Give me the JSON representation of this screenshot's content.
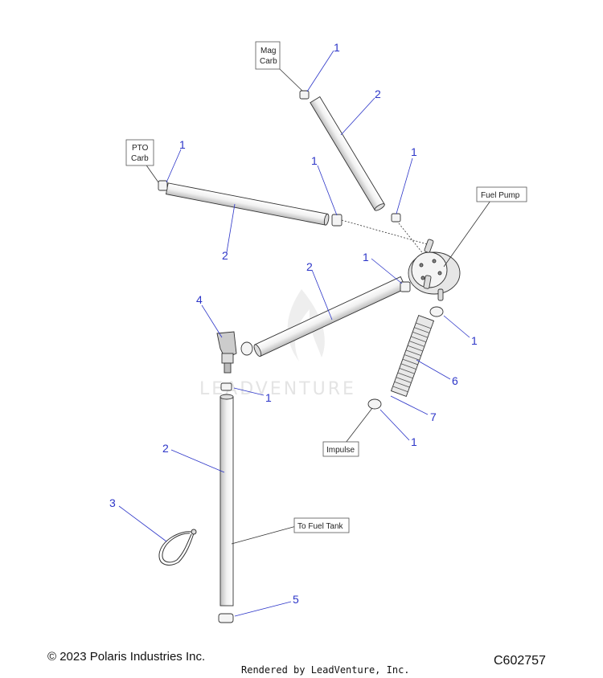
{
  "callouts": {
    "c_mag_1": "1",
    "c_mag_2": "2",
    "c_pump_1": "1",
    "c_pto_1": "1",
    "c_mid_1": "1",
    "c_long_2": "2",
    "c_upper_1": "1",
    "c_mid_2": "2",
    "c_fitting_4": "4",
    "c_clamp_right_1": "1",
    "c_hose_6": "6",
    "c_lower_1": "1",
    "c_clamp_7": "7",
    "c_impulse_1": "1",
    "c_vert_2": "2",
    "c_strap_3": "3",
    "c_clamp_5": "5"
  },
  "labels": {
    "mag_carb_line1": "Mag",
    "mag_carb_line2": "Carb",
    "pto_carb_line1": "PTO",
    "pto_carb_line2": "Carb",
    "fuel_pump": "Fuel Pump",
    "impulse": "Impulse",
    "to_fuel_tank": "To Fuel Tank"
  },
  "watermark": "LEADVENTURE",
  "footer": {
    "copyright": "© 2023 Polaris Industries Inc.",
    "rendered_by": "Rendered by LeadVenture, Inc.",
    "diagram_id": "C602757"
  }
}
